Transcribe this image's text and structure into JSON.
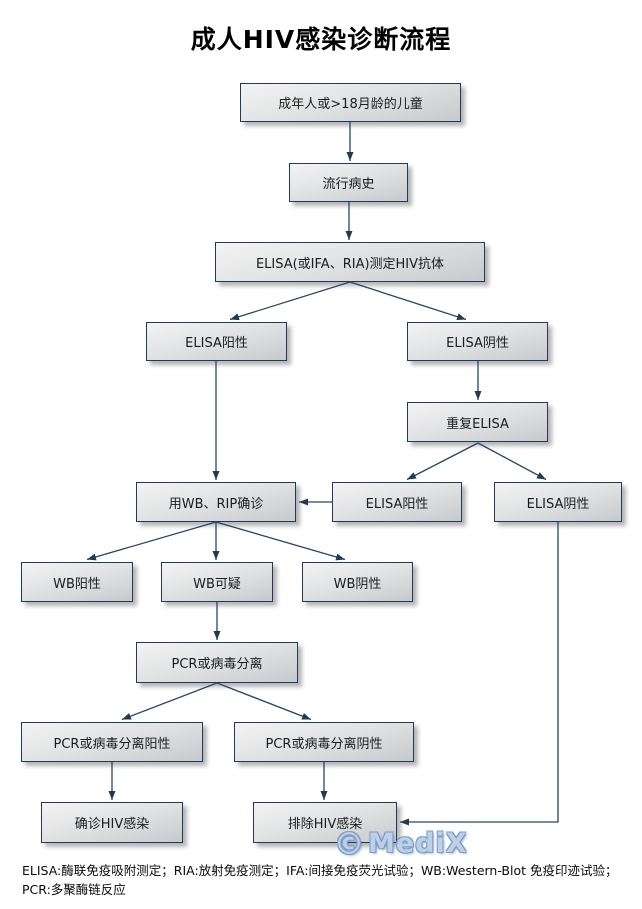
{
  "title": "成人HIV感染诊断流程",
  "nodes": {
    "adult": {
      "label": "成年人或>18月龄的儿童"
    },
    "epidemic": {
      "label": "流行病史"
    },
    "elisa_test": {
      "label": "ELISA(或IFA、RIA)测定HIV抗体"
    },
    "elisa_pos_1": {
      "label": "ELISA阳性"
    },
    "elisa_neg_1": {
      "label": "ELISA阴性"
    },
    "repeat_elisa": {
      "label": "重复ELISA"
    },
    "wb_rip": {
      "label": "用WB、RIP确诊"
    },
    "elisa_pos_2": {
      "label": "ELISA阳性"
    },
    "elisa_neg_2": {
      "label": "ELISA阴性"
    },
    "wb_pos": {
      "label": "WB阳性"
    },
    "wb_doubt": {
      "label": "WB可疑"
    },
    "wb_neg": {
      "label": "WB阴性"
    },
    "pcr": {
      "label": "PCR或病毒分离"
    },
    "pcr_pos": {
      "label": "PCR或病毒分离阳性"
    },
    "pcr_neg": {
      "label": "PCR或病毒分离阴性"
    },
    "confirm": {
      "label": "确诊HIV感染"
    },
    "exclude": {
      "label": "排除HIV感染"
    }
  },
  "edges": [
    {
      "from": "adult",
      "to": "epidemic"
    },
    {
      "from": "epidemic",
      "to": "elisa_test"
    },
    {
      "from": "elisa_test",
      "to": "elisa_pos_1"
    },
    {
      "from": "elisa_test",
      "to": "elisa_neg_1"
    },
    {
      "from": "elisa_pos_1",
      "to": "wb_rip"
    },
    {
      "from": "elisa_neg_1",
      "to": "repeat_elisa"
    },
    {
      "from": "repeat_elisa",
      "to": "elisa_pos_2"
    },
    {
      "from": "repeat_elisa",
      "to": "elisa_neg_2"
    },
    {
      "from": "elisa_pos_2",
      "to": "wb_rip"
    },
    {
      "from": "wb_rip",
      "to": "wb_pos"
    },
    {
      "from": "wb_rip",
      "to": "wb_doubt"
    },
    {
      "from": "wb_rip",
      "to": "wb_neg"
    },
    {
      "from": "wb_doubt",
      "to": "pcr"
    },
    {
      "from": "pcr",
      "to": "pcr_pos"
    },
    {
      "from": "pcr",
      "to": "pcr_neg"
    },
    {
      "from": "pcr_pos",
      "to": "confirm"
    },
    {
      "from": "pcr_neg",
      "to": "exclude"
    },
    {
      "from": "elisa_neg_2",
      "to": "exclude"
    }
  ],
  "watermark": {
    "copyright": "©",
    "brand": "MediX"
  },
  "footnote": "ELISA:酶联免疫吸附测定；RIA:放射免疫测定；IFA:间接免疫荧光试验；WB:Western-Blot  免疫印迹试验；PCR:多聚酶链反应",
  "colors": {
    "box_border": "#1f3a5c",
    "box_fill_light": "#f3f3f3",
    "box_fill_dark": "#c7cacd",
    "connector": "#2a4663",
    "watermark_blue": "#bcd0ea",
    "title_color": "#000000"
  }
}
